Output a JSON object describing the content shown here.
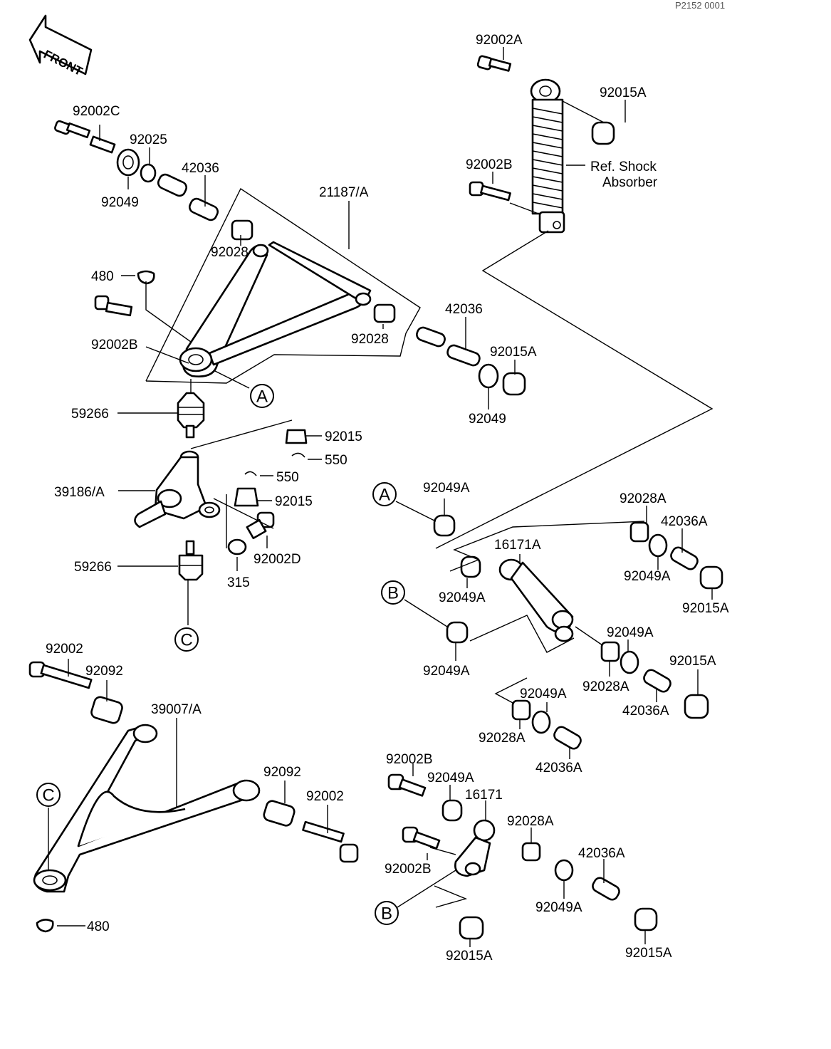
{
  "doc_code": "P2152 0001",
  "front_arrow_label": "FRONT",
  "callouts": {
    "upper_arm": {
      "bolt": "92002C",
      "collar": "92025",
      "seal": "92049",
      "sleeve": "42036",
      "arm": "21187/A",
      "bushing_1": "92028",
      "ring": "480",
      "pivot_bolt": "92002B",
      "bushing_2": "92028",
      "sleeve_r": "42036",
      "nut_r": "92015A",
      "seal_r": "92049"
    },
    "shock": {
      "bolt_top": "92002A",
      "nut_top": "92015A",
      "bolt_bottom": "92002B",
      "ref_line1": "Ref. Shock",
      "ref_line2": "Absorber"
    },
    "knuckle": {
      "ball_joint_top": "59266",
      "knuckle": "39186/A",
      "ball_joint_bottom": "59266",
      "nut_1": "92015",
      "pin_1": "550",
      "pin_2": "550",
      "nut_2": "92015",
      "bolt": "92002D",
      "washer": "315"
    },
    "lower_arm": {
      "bolt_l": "92002",
      "bushing_l": "92092",
      "arm": "39007/A",
      "bushing_r": "92092",
      "bolt_r": "92002",
      "ring": "480"
    },
    "rocker_a": {
      "seal_top": "92049A",
      "bushing_tr": "92028A",
      "sleeve_tr": "42036A",
      "rod": "16171A",
      "seal_mid": "92049A",
      "seal_mid2": "92049A",
      "nut_tr": "92015A",
      "seal_b": "92049A",
      "seal_r": "92049A",
      "bushing_r": "92028A",
      "nut_r": "92015A",
      "sleeve_r": "42036A",
      "seal_lower": "92049A",
      "bushing_lower": "92028A",
      "sleeve_lower": "42036A"
    },
    "rocker_b": {
      "bolt_1": "92002B",
      "seal_1": "92049A",
      "bracket": "16171",
      "bushing": "92028A",
      "sleeve": "42036A",
      "bolt_2": "92002B",
      "seal_2": "92049A",
      "nut_1": "92015A",
      "nut_2": "92015A"
    }
  },
  "circle_markers": [
    "A",
    "A",
    "B",
    "B",
    "C",
    "C"
  ]
}
